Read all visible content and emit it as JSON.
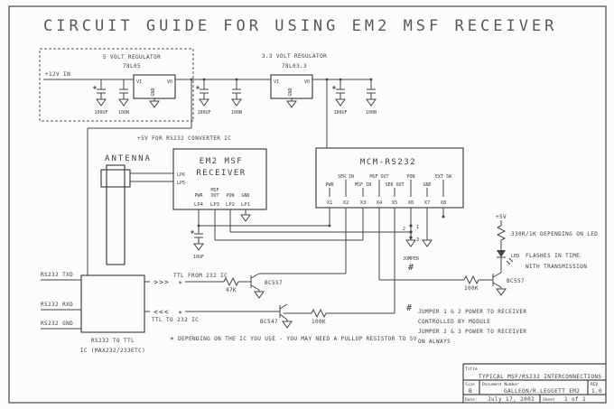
{
  "page_title": "CIRCUIT GUIDE FOR USING EM2 MSF RECEIVER",
  "regulator5": {
    "heading": "5 VOLT REGULATOR",
    "part": "78L05",
    "input": "+12V IN",
    "pin_vi": "VI",
    "pin_vo": "VO",
    "pin_gnd": "GND",
    "cap1": "100UF",
    "cap2": "100N"
  },
  "rail5": {
    "cap1": "100UF",
    "cap2": "100N",
    "note": "+5V FOR RS232 CONVERTER IC"
  },
  "regulator33": {
    "heading": "3.3 VOLT REGULATOR",
    "part": "78L03.3",
    "pin_vi": "VI",
    "pin_vo": "VO",
    "pin_gnd": "GND",
    "cap1": "100UF",
    "cap2": "100N"
  },
  "antenna": {
    "label": "ANTENNA"
  },
  "receiver": {
    "title_line1": "EM2 MSF",
    "title_line2": "RECEIVER",
    "pin_lp6": "LP6",
    "pin_lp5": "LP5",
    "pins": [
      {
        "name": "PWR",
        "name2": "",
        "num": "LP4"
      },
      {
        "name": "MSF",
        "name2": "OUT",
        "num": "LP3"
      },
      {
        "name": "PON",
        "name2": "",
        "num": "LP2"
      },
      {
        "name": "GND",
        "name2": "",
        "num": "LP1"
      }
    ],
    "cap": "10UF"
  },
  "module": {
    "title": "MCM-RS232",
    "pins": [
      {
        "name": "PWR",
        "num": "X1"
      },
      {
        "name": "SER IN",
        "num": "X2"
      },
      {
        "name": "MSF IN",
        "num": "X3"
      },
      {
        "name": "MSF OUT",
        "num": "X4"
      },
      {
        "name": "SER OUT",
        "num": "X5"
      },
      {
        "name": "PON",
        "num": "X6"
      },
      {
        "name": "GND",
        "num": "X7"
      },
      {
        "name": "EXT SW",
        "num": "X8"
      }
    ]
  },
  "jumper": {
    "pin1": "1",
    "pin2": "2",
    "pin3": "3",
    "label": "JUMPER",
    "symbol": "#"
  },
  "led_circuit": {
    "supply": "+5V",
    "resistor": "330R/1K DEPENDING ON LED",
    "led": "LED",
    "note_line1": "FLASHES IN TIME",
    "note_line2": "WITH TRANSMISSION",
    "transistor": "BC557",
    "base_resistor": "100K"
  },
  "serial_in": {
    "arrows": ">>>",
    "star": "*",
    "label": "TTL FROM 232 IC",
    "resistor": "47K",
    "transistor": "BC557"
  },
  "serial_out": {
    "arrows": "<<<",
    "star": "*",
    "label": "TTL TO 232 IC",
    "transistor": "BC547",
    "resistor": "100K"
  },
  "rs232": {
    "txd": "RS232 TXD",
    "rxd": "RS232 RXD",
    "gnd": "RS232 GND",
    "caption_line1": "RS232 TO TTL",
    "caption_line2": "IC (MAX232/233ETC)"
  },
  "notes": {
    "pullup_star": "*",
    "pullup": "DEPENDING ON THE IC YOU USE - YOU MAY NEED A PULLUP RESISTOR TO 5V",
    "jumper_symbol": "#",
    "jumper_line1": "JUMPER 1 & 2 POWER TO RECEIVER",
    "jumper_line2": "CONTROLLED BY MODULE",
    "jumper_line3": "JUMPER 2 & 3 POWER TO RECEIVER",
    "jumper_line4": "ON ALWAYS"
  },
  "title_block": {
    "title_label": "Title",
    "title": "TYPICAL MSF/RS232 INTERCONNECTIONS",
    "size_label": "Size",
    "size": "B",
    "doc_label": "Document Number",
    "doc_number": "GALLEON/R.LEGGETT EM2",
    "rev_label": "REV",
    "rev": "1.0",
    "date_label": "Date:",
    "date": "July 17, 2002",
    "sheet_label": "Sheet",
    "sheet": "1 of 1"
  }
}
